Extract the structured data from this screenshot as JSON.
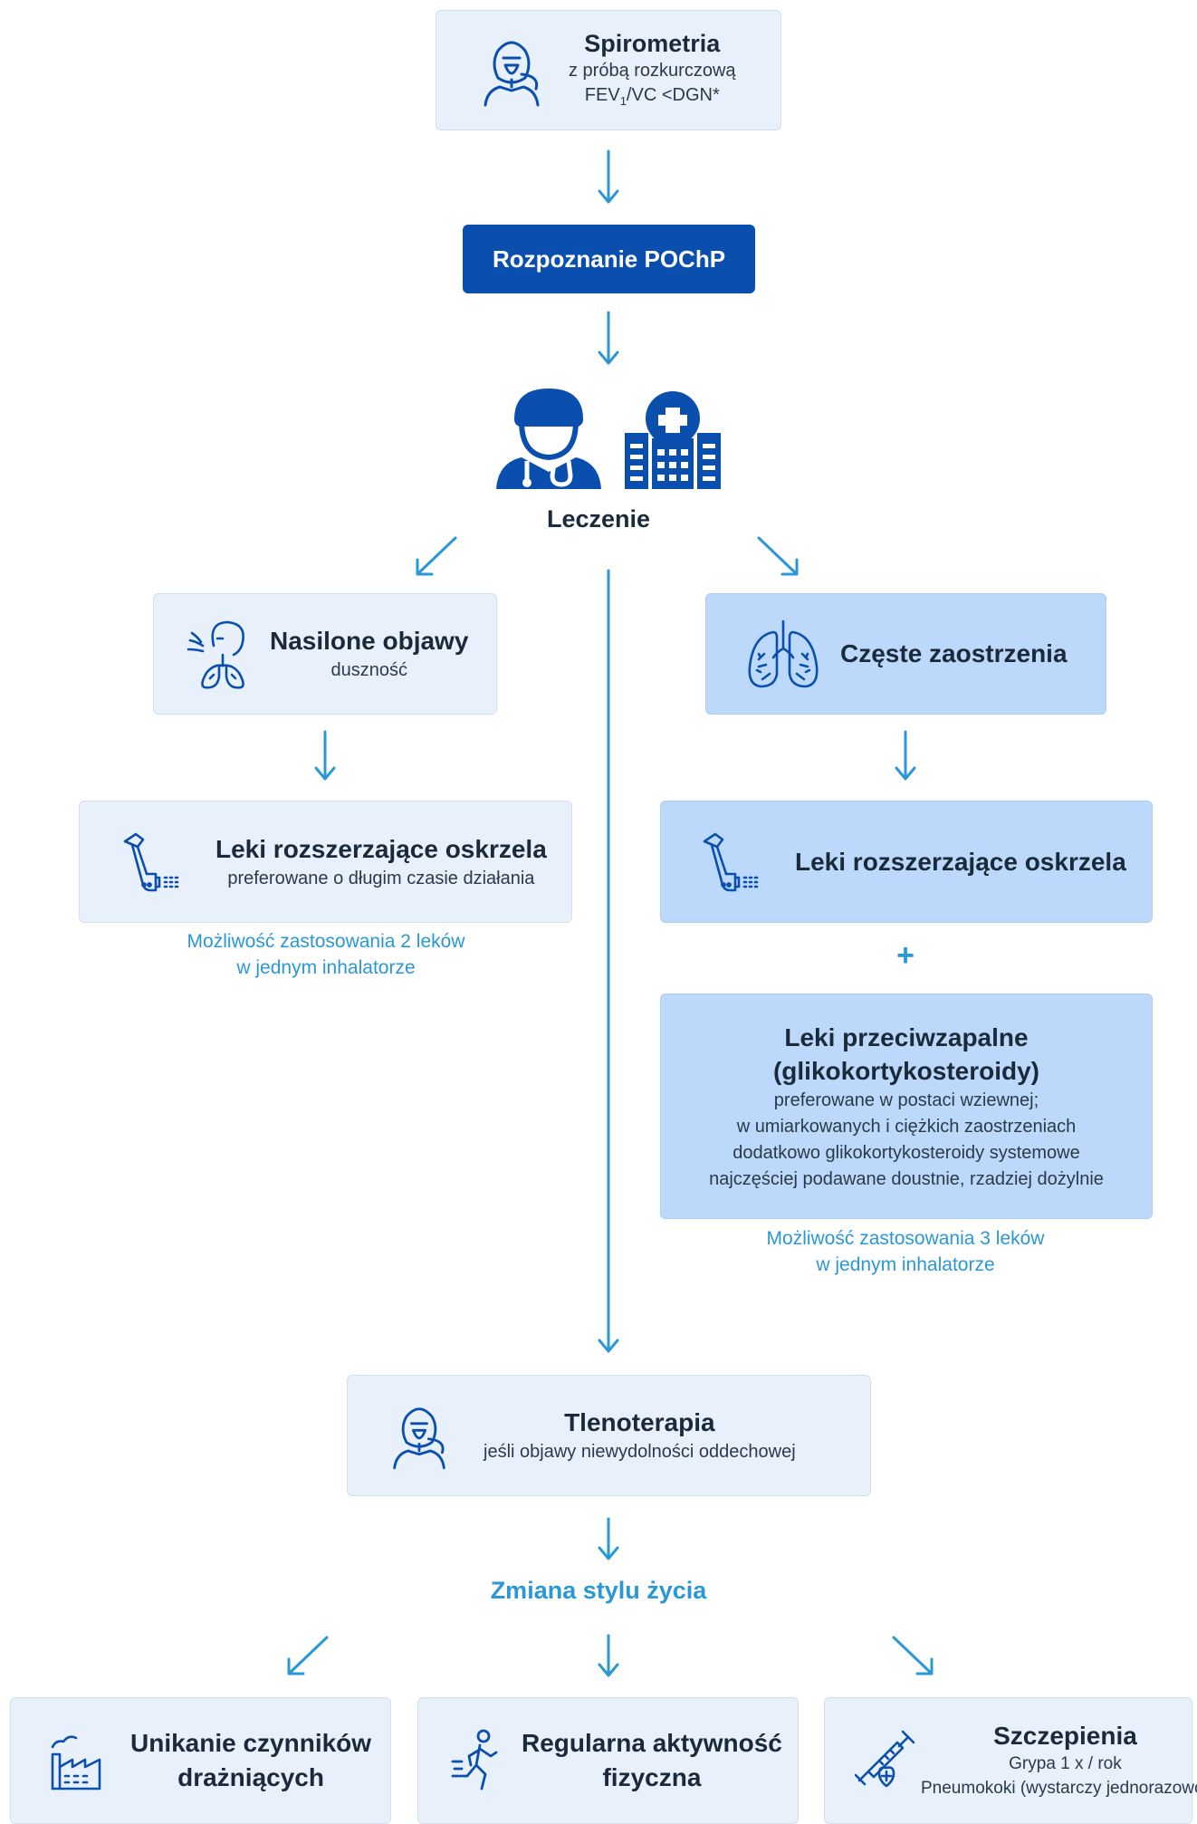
{
  "spirometria": {
    "title": "Spirometria",
    "line1": "z próbą rozkurczową",
    "line2_a": "FEV",
    "line2_sub": "1",
    "line2_b": "/VC <DGN*"
  },
  "rozpoznanie": {
    "label": "Rozpoznanie POChP"
  },
  "leczenie": {
    "label": "Leczenie"
  },
  "left_branch": {
    "title": "Nasilone objawy",
    "subtitle": "duszność",
    "drug_title": "Leki rozszerzające oskrzela",
    "drug_sub": "preferowane o długim czasie działania",
    "note_line1": "Możliwość zastosowania 2 leków",
    "note_line2": "w jednym inhalatorze"
  },
  "right_branch": {
    "title": "Częste zaostrzenia",
    "drug_title": "Leki rozszerzające oskrzela",
    "plus": "+",
    "anti_title1": "Leki przeciwzapalne",
    "anti_title2": "(glikokortykosteroidy)",
    "anti_l1": "preferowane w postaci wziewnej;",
    "anti_l2": "w umiarkowanych i ciężkich zaostrzeniach",
    "anti_l3": "dodatkowo glikokortykosteroidy systemowe",
    "anti_l4": "najczęściej podawane doustnie, rzadziej dożylnie",
    "note_line1": "Możliwość zastosowania 3 leków",
    "note_line2": "w jednym inhalatorze"
  },
  "tlenoterapia": {
    "title": "Tlenoterapia",
    "subtitle": "jeśli objawy niewydolności oddechowej"
  },
  "lifestyle": {
    "label": "Zmiana stylu życia"
  },
  "bottom": {
    "b1_l1": "Unikanie czynników",
    "b1_l2": "drażniących",
    "b2_l1": "Regularna aktywność",
    "b2_l2": "fizyczna",
    "b3_title": "Szczepienia",
    "b3_l1": "Grypa 1 x / rok",
    "b3_l2": "Pneumokoki (wystarczy jednorazowo)"
  },
  "colors": {
    "primary": "#0a4fae",
    "accent": "#2a97d6",
    "box_light": "#e8f0fb",
    "box_dark": "#bcd9fb"
  }
}
